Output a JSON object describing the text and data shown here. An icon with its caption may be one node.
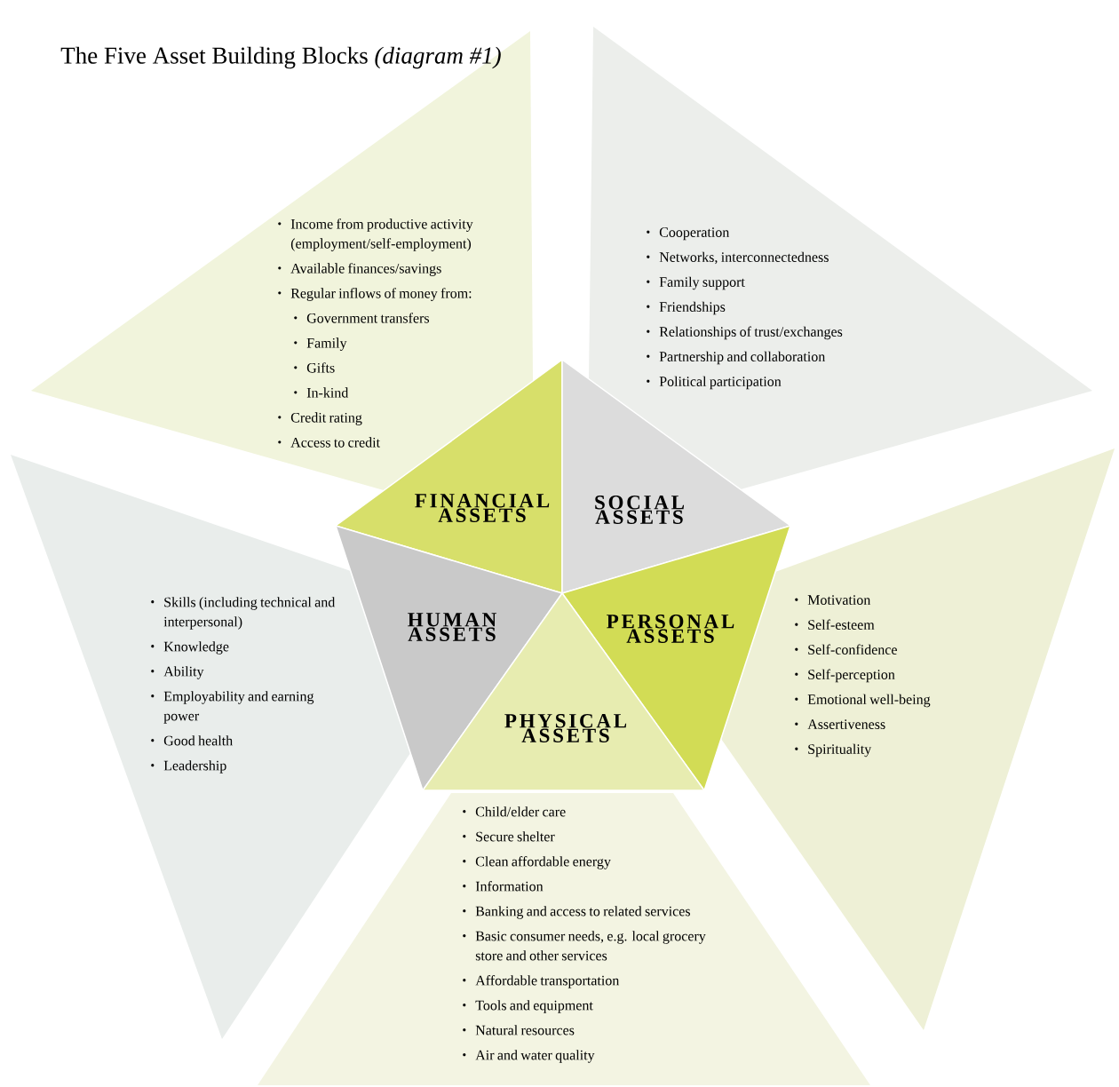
{
  "diagram": {
    "title": "The Five Asset Building Blocks *(diagram #1)*",
    "nodes": [
      {
        "text": [
          "Income from productive activity (employment/self-employment)",
          "Available finances/savings",
          "Regular inflows of money from:",
          "Government transfers",
          "Family",
          "Gifts",
          "In-kind",
          "Credit rating",
          "Access to credit"
        ]
      },
      {
        "text": [
          "Cooperation",
          "Networks, interconnectedness",
          "Family support",
          "Friendships",
          "Relationships of trust/exchanges",
          "Partnership and collaboration",
          "Political participation"
        ]
      },
      {
        "text": [
          "FINANCIAL ASSETS"
        ]
      },
      {
        "text": [
          "SOCIAL ASSETS"
        ]
      },
      {
        "text": [
          "HUMAN ASSETS"
        ]
      },
      {
        "text": [
          "PERSONAL ASSETS"
        ]
      },
      {
        "text": [
          "Skills (including technical and interpersonal)",
          "Knowledge",
          "Ability",
          "Employability and earning power",
          "Good health",
          "Leadership"
        ]
      },
      {
        "text": [
          "Motivation",
          "Self-esteem",
          "Self-confidence",
          "Self-perception",
          "Emotional well-being",
          "Assertiveness",
          "Spirituality"
        ]
      },
      {
        "text": [
          "PHYSICAL ASSETS"
        ]
      },
      {
        "text": [
          "Child/elder care",
          "Secure shelter",
          "Clean affordable energy",
          "Information",
          "Banking and access to related services",
          "Basic consumer needs, e.g. local grocery store and other services",
          "Affordable transportation",
          "Tools and equipment",
          "Natural resources",
          "Air and water quality"
        ]
      }
    ]
  }
}
